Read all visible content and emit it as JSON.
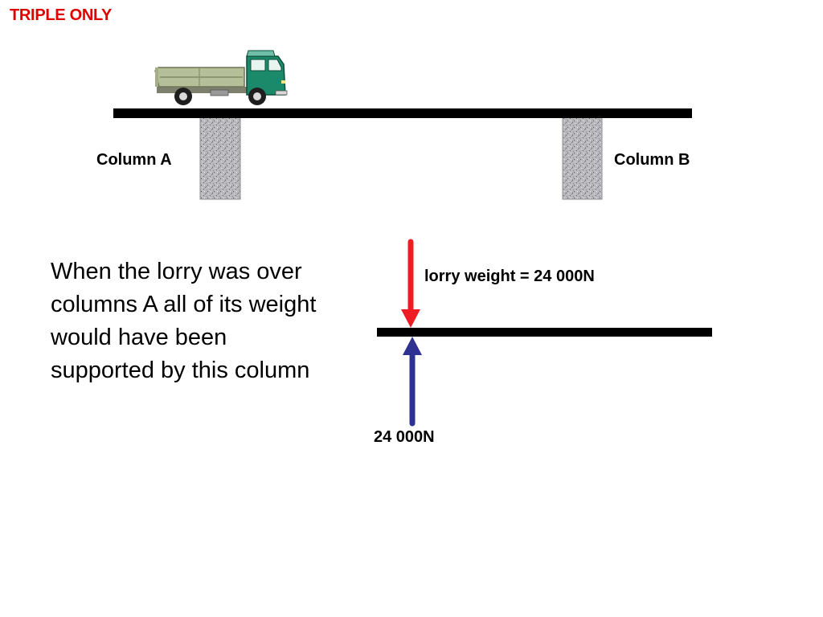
{
  "slide": {
    "badge": "TRIPLE ONLY",
    "column_a_label": "Column A",
    "column_b_label": "Column B",
    "explanation": "When the lorry was over columns A all of its weight would have been supported by this column",
    "down_force_label": "lorry weight = 24 000N",
    "up_force_label": "24 000N"
  },
  "colors": {
    "badge": "#e00000",
    "down_arrow": "#ee1c24",
    "up_arrow": "#2e3192",
    "beam": "#000000",
    "lorry_cab": "#1b8a6b",
    "lorry_body": "#b5bf98",
    "column_fill": "#b9b9bd"
  },
  "icons": {
    "vehicle": "lorry-icon"
  }
}
